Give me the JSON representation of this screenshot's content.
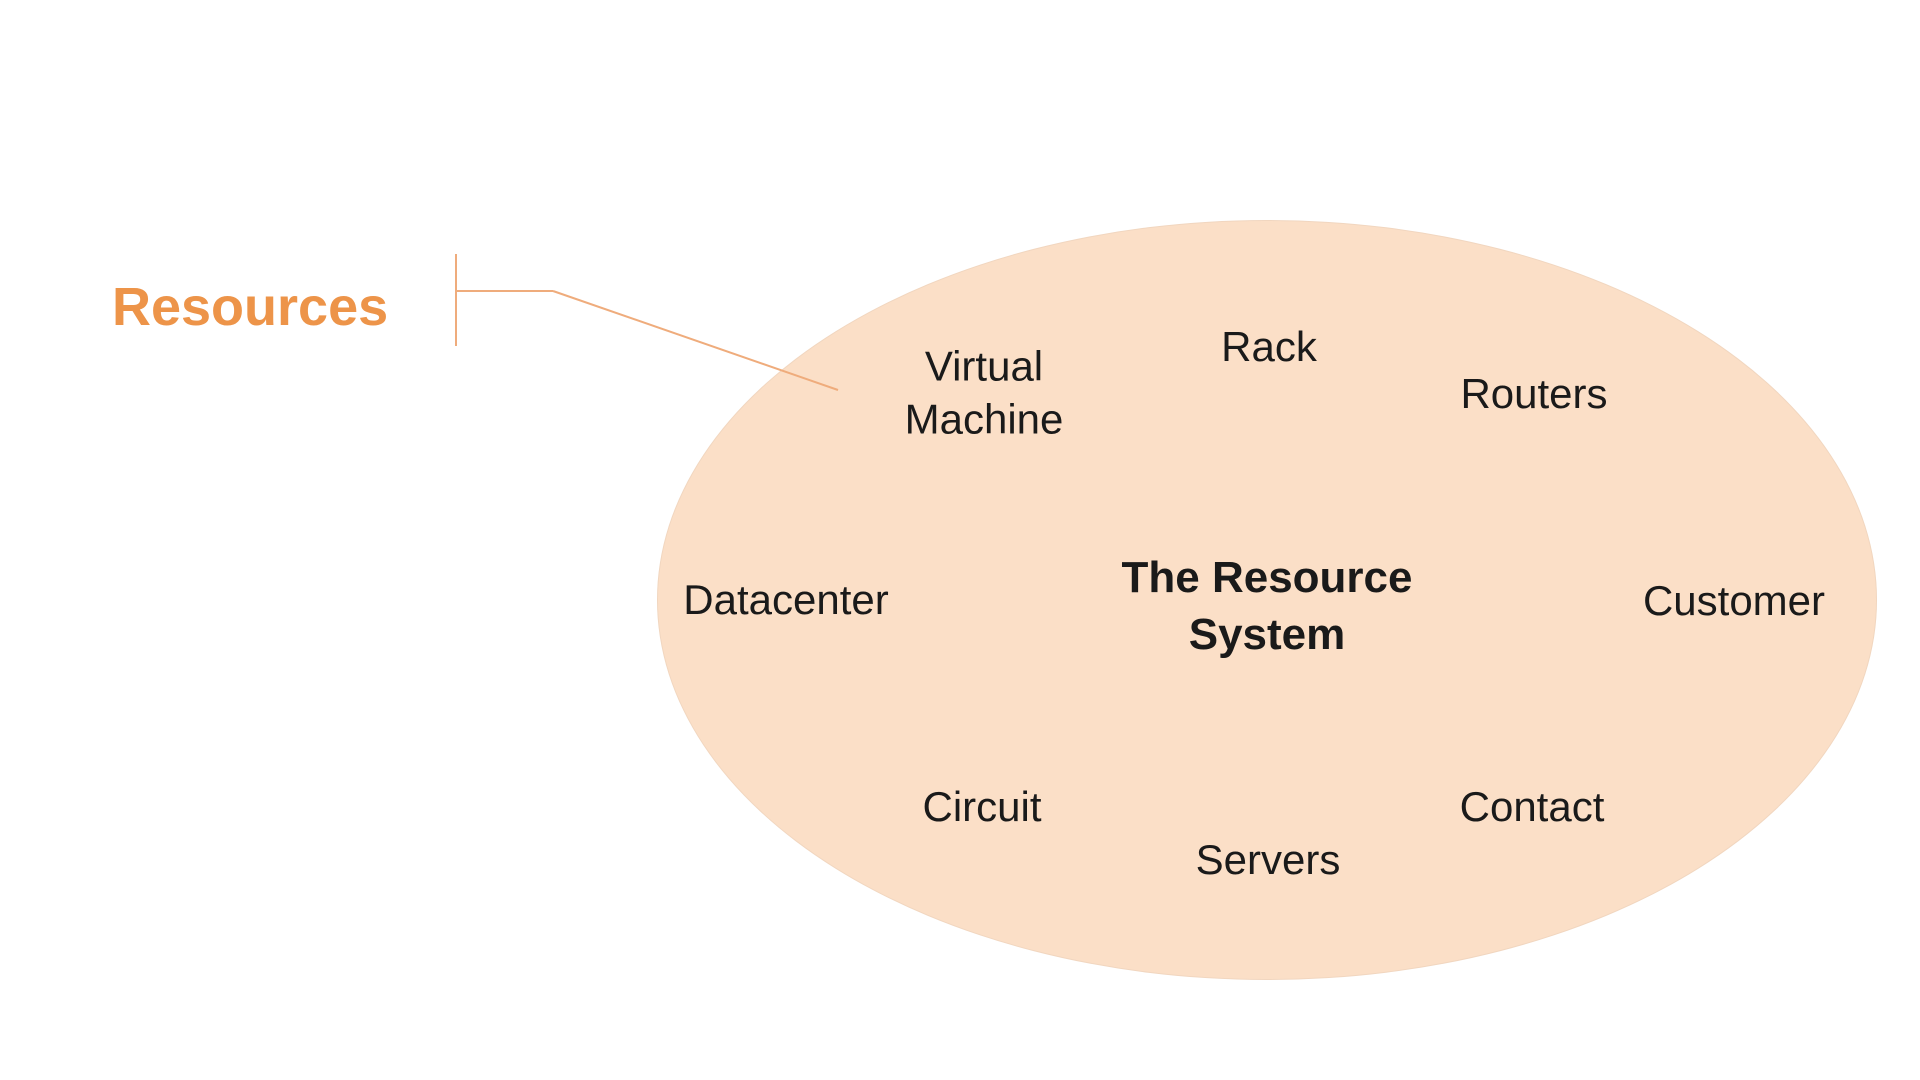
{
  "diagram": {
    "callout_label": "Resources",
    "center_title": "The Resource System",
    "nodes": [
      {
        "label": "Virtual Machine"
      },
      {
        "label": "Rack"
      },
      {
        "label": "Routers"
      },
      {
        "label": "Datacenter"
      },
      {
        "label": "Customer"
      },
      {
        "label": "Circuit"
      },
      {
        "label": "Servers"
      },
      {
        "label": "Contact"
      }
    ],
    "colors": {
      "ellipse_fill": "#FBDFC7",
      "accent_text": "#ED9449",
      "callout_line": "#EFAC7C",
      "node_text": "#1A1A1A"
    }
  }
}
